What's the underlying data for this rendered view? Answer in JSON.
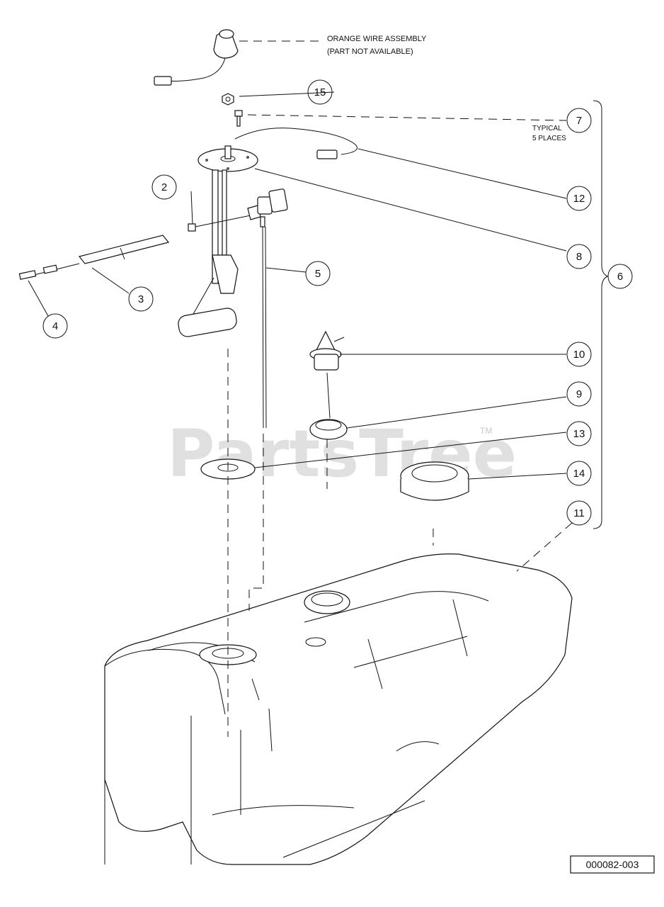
{
  "note": {
    "line1": "ORANGE WIRE ASSEMBLY",
    "line2": "(PART NOT AVAILABLE)"
  },
  "typical": {
    "line1": "TYPICAL",
    "line2": "5 PLACES"
  },
  "callouts": {
    "c2": "2",
    "c3": "3",
    "c4": "4",
    "c5": "5",
    "c6": "6",
    "c7": "7",
    "c8": "8",
    "c9": "9",
    "c10": "10",
    "c11": "11",
    "c12": "12",
    "c13": "13",
    "c14": "14",
    "c15": "15"
  },
  "watermark": {
    "text": "PartsTree",
    "tm": "TM"
  },
  "reference": "000082-003"
}
